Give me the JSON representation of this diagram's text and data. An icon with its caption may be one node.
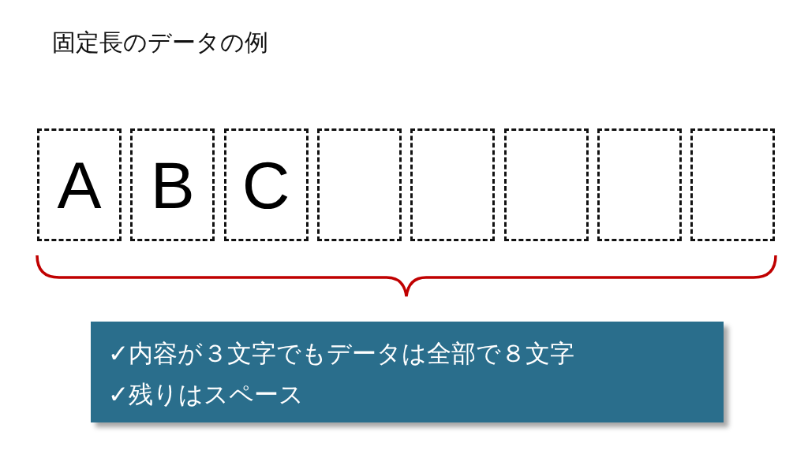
{
  "diagram": {
    "title": "固定長のデータの例",
    "nodes": [
      {
        "text": [
          "A"
        ]
      },
      {
        "text": [
          "B"
        ]
      },
      {
        "text": [
          "C"
        ]
      },
      {
        "text": [],
        "shape": "box"
      },
      {
        "text": [],
        "shape": "box"
      },
      {
        "text": [],
        "shape": "box"
      },
      {
        "text": [],
        "shape": "box"
      },
      {
        "text": [],
        "shape": "box"
      },
      {
        "text": [
          "✓内容が３文字でもデータは全部で８文字",
          "✓残りはスペース"
        ]
      }
    ]
  }
}
